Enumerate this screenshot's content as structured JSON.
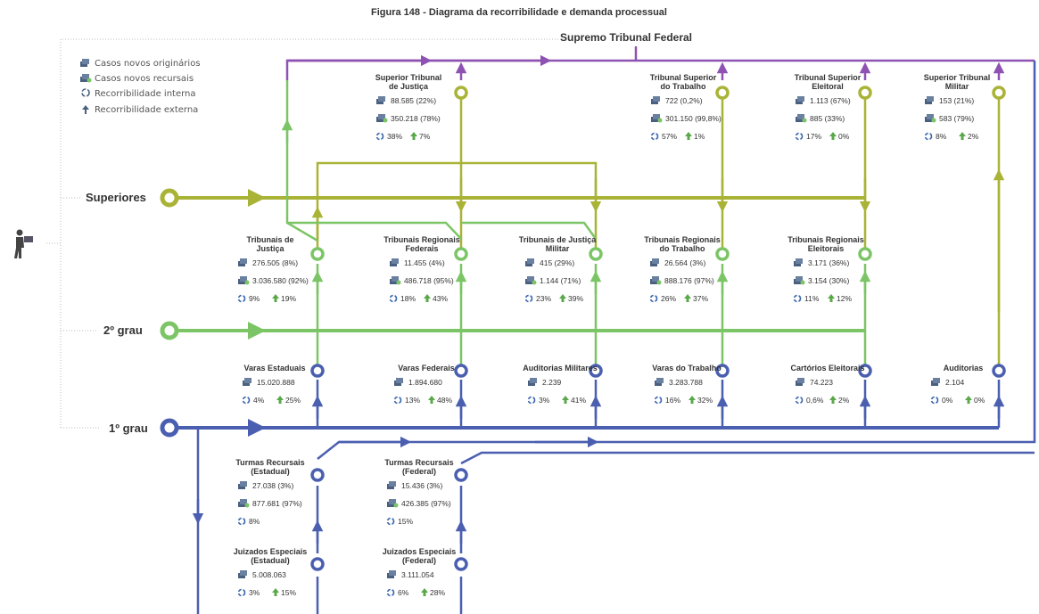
{
  "title": "Figura 148 - Diagrama da recorribilidade e demanda processual",
  "stf": {
    "label": "Supremo Tribunal Federal"
  },
  "legend": [
    {
      "icon": "stack-icon",
      "text": "Casos novos originários"
    },
    {
      "icon": "stack-recurso-icon",
      "text": "Casos novos recursais"
    },
    {
      "icon": "cycle-icon",
      "text": "Recorribilidade interna"
    },
    {
      "icon": "arrow-up-icon",
      "text": "Recorribilidade externa"
    }
  ],
  "levels": {
    "superiores": "Superiores",
    "segundo": "2º grau",
    "primeiro": "1º grau"
  },
  "colors": {
    "purple": "#8e52b3",
    "olive": "#a9b336",
    "green": "#7cc566",
    "blue": "#4a5fb0",
    "icon": "#4a6080"
  },
  "nodes": {
    "stj": {
      "name": [
        "Superior Tribunal",
        "de Justiça"
      ],
      "orig": "88.585 (22%)",
      "rec": "350.218 (78%)",
      "interna": "38%",
      "externa": "7%"
    },
    "tst": {
      "name": [
        "Tribunal Superior",
        "do Trabalho"
      ],
      "orig": "722 (0,2%)",
      "rec": "301.150 (99,8%)",
      "interna": "57%",
      "externa": "1%"
    },
    "tse": {
      "name": [
        "Tribunal Superior",
        "Eleitoral"
      ],
      "orig": "1.113 (67%)",
      "rec": "885 (33%)",
      "interna": "17%",
      "externa": "0%"
    },
    "stm": {
      "name": [
        "Superior Tribunal",
        "Militar"
      ],
      "orig": "153 (21%)",
      "rec": "583 (79%)",
      "interna": "8%",
      "externa": "2%"
    },
    "tj": {
      "name": [
        "Tribunais de",
        "Justiça"
      ],
      "orig": "276.505 (8%)",
      "rec": "3.036.580 (92%)",
      "interna": "9%",
      "externa": "19%"
    },
    "trf": {
      "name": [
        "Tribunais Regionais",
        "Federais"
      ],
      "orig": "11.455 (4%)",
      "rec": "486.718 (95%)",
      "interna": "18%",
      "externa": "43%"
    },
    "tjm": {
      "name": [
        "Tribunais de Justiça",
        "Militar"
      ],
      "orig": "415 (29%)",
      "rec": "1.144 (71%)",
      "interna": "23%",
      "externa": "39%"
    },
    "trt": {
      "name": [
        "Tribunais Regionais",
        "do Trabalho"
      ],
      "orig": "26.564 (3%)",
      "rec": "888.176 (97%)",
      "interna": "26%",
      "externa": "37%"
    },
    "tre": {
      "name": [
        "Tribunais Regionais",
        "Eleitorais"
      ],
      "orig": "3.171 (36%)",
      "rec": "3.154 (30%)",
      "interna": "11%",
      "externa": "12%"
    },
    "ve": {
      "name": [
        "Varas Estaduais"
      ],
      "orig": "15.020.888",
      "interna": "4%",
      "externa": "25%"
    },
    "vf": {
      "name": [
        "Varas Federais"
      ],
      "orig": "1.894.680",
      "interna": "13%",
      "externa": "48%"
    },
    "am": {
      "name": [
        "Auditorias Militares"
      ],
      "orig": "2.239",
      "interna": "3%",
      "externa": "41%"
    },
    "vt": {
      "name": [
        "Varas do Trabalho"
      ],
      "orig": "3.283.788",
      "interna": "16%",
      "externa": "32%"
    },
    "ce": {
      "name": [
        "Cartórios Eleitorais"
      ],
      "orig": "74.223",
      "interna": "0,6%",
      "externa": "2%"
    },
    "aud": {
      "name": [
        "Auditorias"
      ],
      "orig": "2.104",
      "interna": "0%",
      "externa": "0%"
    },
    "tre_est": {
      "name": [
        "Turmas Recursais",
        "(Estadual)"
      ],
      "orig": "27.038 (3%)",
      "rec": "877.681 (97%)",
      "interna": "8%"
    },
    "tre_fed": {
      "name": [
        "Turmas Recursais",
        "(Federal)"
      ],
      "orig": "15.436 (3%)",
      "rec": "426.385 (97%)",
      "interna": "15%"
    },
    "je_est": {
      "name": [
        "Juizados Especiais",
        "(Estadual)"
      ],
      "orig": "5.008.063",
      "interna": "3%",
      "externa": "15%"
    },
    "je_fed": {
      "name": [
        "Juizados Especiais",
        "(Federal)"
      ],
      "orig": "3.111.054",
      "interna": "6%",
      "externa": "28%"
    }
  }
}
